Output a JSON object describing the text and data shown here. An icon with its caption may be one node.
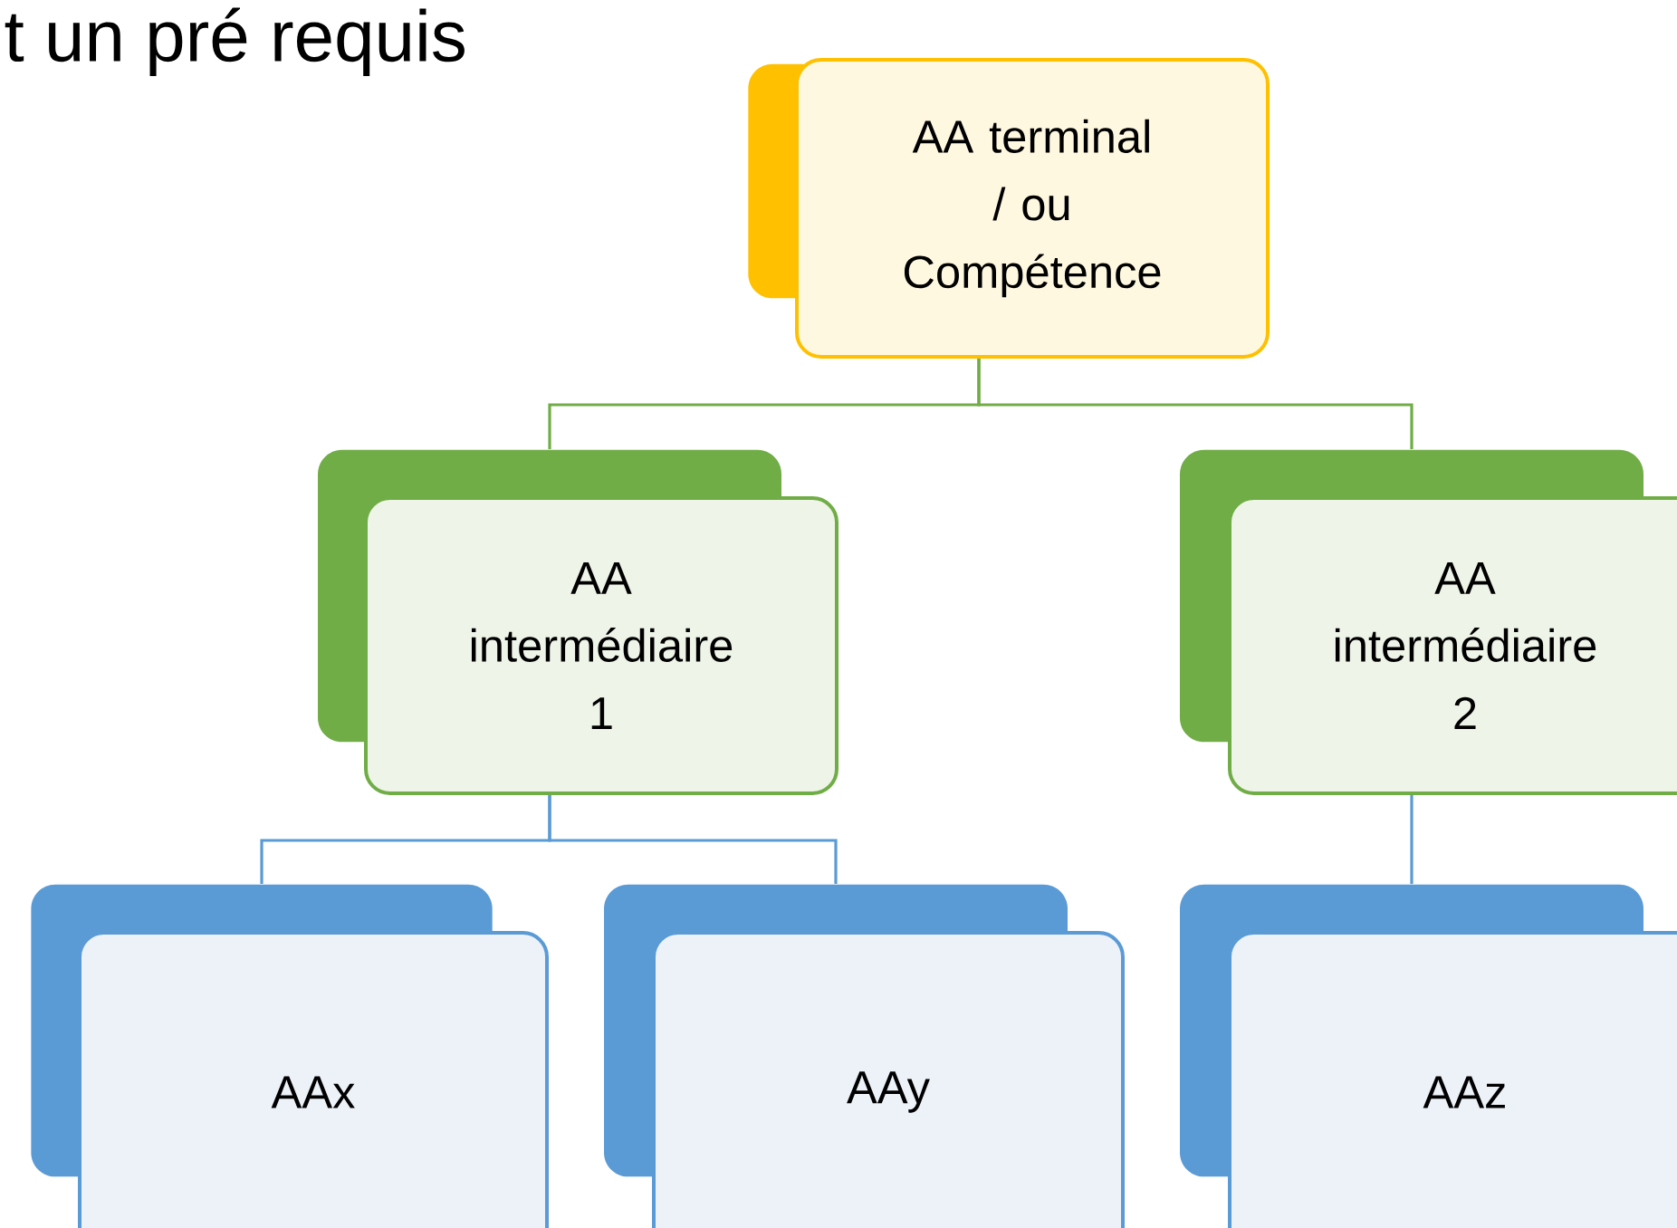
{
  "diagram": {
    "nodes": [
      {
        "text": [
          "AA terminal / ou Compétence"
        ]
      },
      {
        "text": [
          "AA intermédiaire 1"
        ]
      },
      {
        "text": [
          "AA intermédiaire 2"
        ]
      },
      {
        "text": [
          "AAx"
        ]
      },
      {
        "text": [
          "AAy"
        ]
      },
      {
        "text": [
          "AAz"
        ]
      }
    ],
    "edges": [
      {
        "from": 0,
        "to": 1,
        "arrow": "none",
        "color": "#70ad47"
      },
      {
        "from": 0,
        "to": 2,
        "arrow": "none",
        "color": "#70ad47"
      },
      {
        "from": 1,
        "to": 3,
        "arrow": "none"
      },
      {
        "from": 1,
        "to": 4,
        "arrow": "none"
      },
      {
        "from": 2,
        "to": 5,
        "arrow": "none"
      }
    ],
    "labels": [
      "t un pré requis"
    ]
  }
}
